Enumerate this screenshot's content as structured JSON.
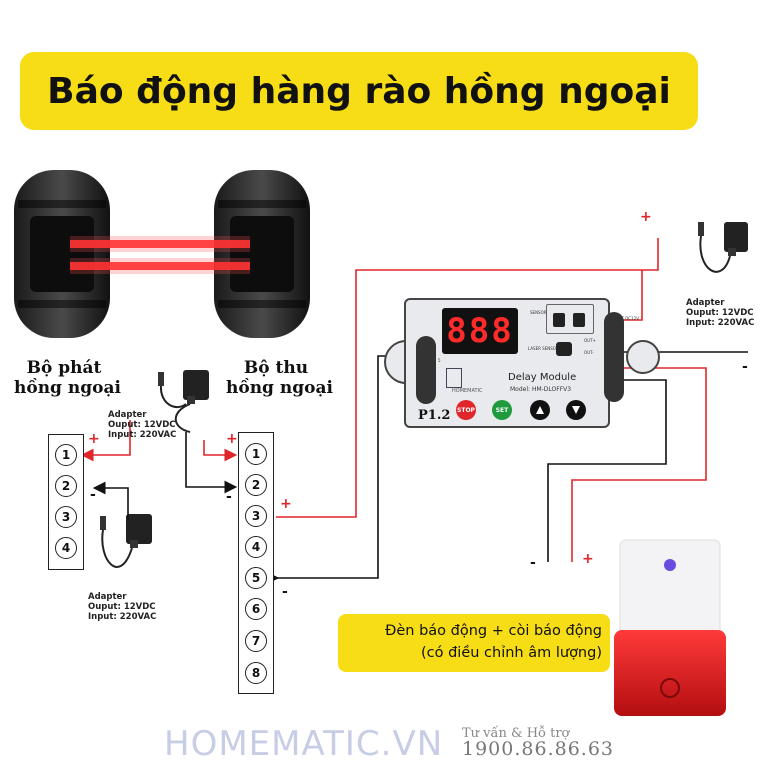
{
  "title": "Báo động hàng rào hồng ngoại",
  "emitter_label": [
    "Bộ phát",
    "hồng ngoại"
  ],
  "receiver_label": [
    "Bộ thu",
    "hồng ngoại"
  ],
  "adapter": {
    "name": "Adapter",
    "output": "Ouput: 12VDC",
    "input": "Input: 220VAC"
  },
  "emitter_terminals": [
    "1",
    "2",
    "3",
    "4"
  ],
  "receiver_terminals": [
    "1",
    "2",
    "3",
    "4",
    "5",
    "6",
    "7",
    "8"
  ],
  "plus": "+",
  "minus": "-",
  "module": {
    "display": "888",
    "title": "Delay Module",
    "model": "Model: HM-DLOFFV3",
    "brand": "HOMEMATIC",
    "board_label": "P1.2",
    "stop_label": "STOP",
    "set_label": "SET",
    "up_icon": "triangle-up-icon",
    "down_icon": "triangle-down-icon",
    "sensor_label": "SENSOR",
    "laser_label": "LASER SENSOR",
    "out_plus": "OUT+",
    "out_minus": "OUT-",
    "input_label": "INPUT DC12V",
    "pin_label": "5"
  },
  "alarm_note": [
    "Đèn báo động + còi báo động",
    "(có điều chỉnh âm lượng)"
  ],
  "footer": {
    "brand": "HOMEMATIC.VN",
    "support": "Tư vấn & Hỗ trợ",
    "hotline": "1900.86.86.63"
  },
  "colors": {
    "banner": "#f7dd16",
    "wire_red": "#e0262b",
    "wire_black": "#111111",
    "beam": "#ff2a2a",
    "siren_red": "#e3161b"
  }
}
